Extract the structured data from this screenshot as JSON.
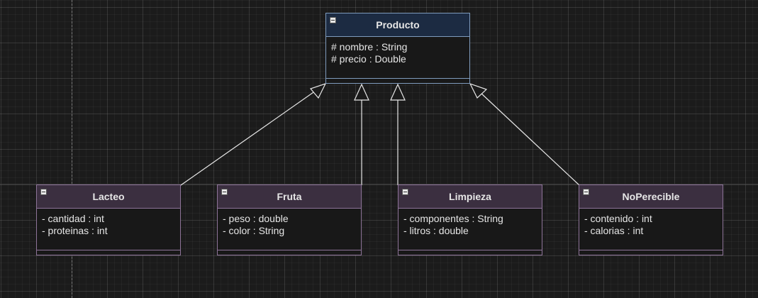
{
  "diagram": {
    "parent": {
      "name": "Producto",
      "attributes": [
        "# nombre : String",
        "# precio : Double"
      ]
    },
    "children": [
      {
        "name": "Lacteo",
        "attributes": [
          "- cantidad : int",
          "- proteinas : int"
        ]
      },
      {
        "name": "Fruta",
        "attributes": [
          "- peso : double",
          "- color : String"
        ]
      },
      {
        "name": "Limpieza",
        "attributes": [
          "- componentes : String",
          "- litros : double"
        ]
      },
      {
        "name": "NoPerecible",
        "attributes": [
          "- contenido : int",
          "- calorias : int"
        ]
      }
    ],
    "relationship": "generalization",
    "colors": {
      "background": "#1b1b1b",
      "parent_header": "#1c2b42",
      "parent_border": "#7f9bbd",
      "child_header": "#3b2f40",
      "child_border": "#8e7499",
      "edge": "#e6e6e6"
    }
  }
}
